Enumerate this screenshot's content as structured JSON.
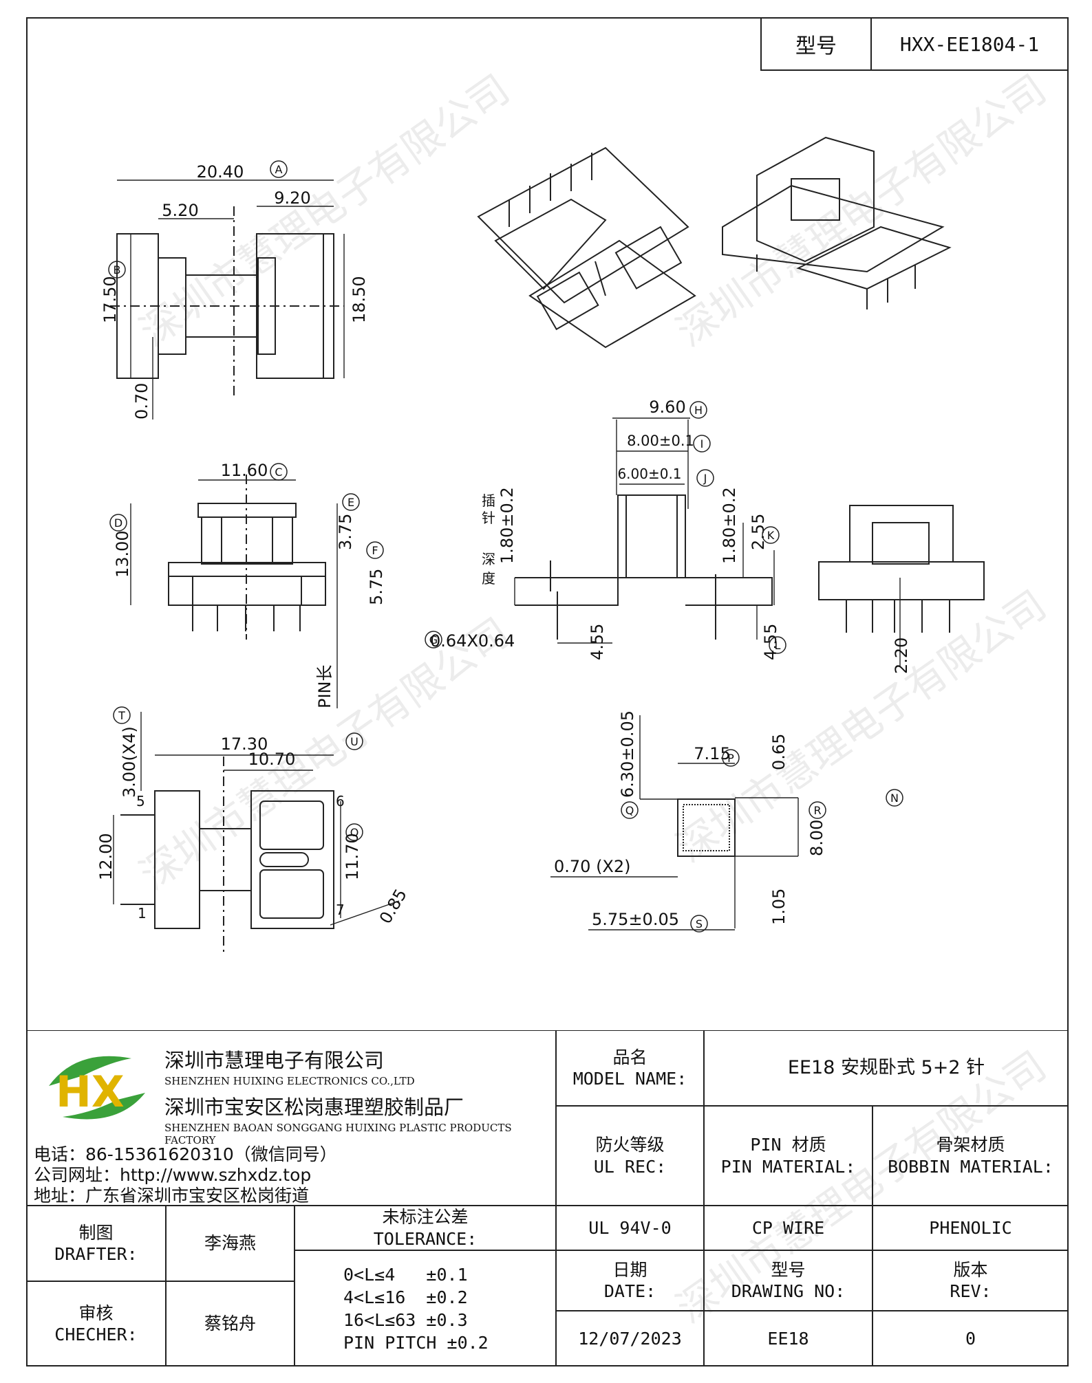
{
  "header": {
    "model_key": "型号",
    "model_value": "HXX-EE1804-1"
  },
  "watermark": "深圳市慧理电子有限公司",
  "dims": {
    "top_view": [
      "20.40",
      "9.20",
      "5.20",
      "17.50",
      "18.50",
      "0.70"
    ],
    "front_view": [
      "11.60",
      "13.00",
      "3.75",
      "5.75",
      "PIN长"
    ],
    "side_section": [
      "9.60",
      "8.00±0.1",
      "6.00±0.1",
      "1.80±0.2",
      "1.80±0.2",
      "2.55",
      "4.55",
      "4.55",
      "0.64X0.64"
    ],
    "side_section_note": [
      "插",
      "针",
      "深",
      "度"
    ],
    "right_view": [
      "2.20"
    ],
    "bottom_view": [
      "3.00(X4)",
      "17.30",
      "10.70",
      "12.00",
      "11.70",
      "0.85",
      "5",
      "6",
      "7",
      "1"
    ],
    "core_section": [
      "6.30±0.05",
      "7.15",
      "0.65",
      "8.00",
      "0.70 (X2)",
      "1.05",
      "5.75±0.05"
    ],
    "circle_letters": [
      "A",
      "B",
      "C",
      "D",
      "E",
      "F",
      "G",
      "H",
      "I",
      "J",
      "K",
      "L",
      "N",
      "O",
      "P",
      "Q",
      "R",
      "S",
      "T",
      "U"
    ]
  },
  "title_block": {
    "company_cn": "深圳市慧理电子有限公司",
    "company_en": "SHENZHEN HUIXING ELECTRONICS CO.,LTD",
    "factory_cn": "深圳市宝安区松岗惠理塑胶制品厂",
    "factory_en": "SHENZHEN BAOAN SONGGANG HUIXING PLASTIC PRODUCTS FACTORY",
    "phone": "电话：86-15361620310（微信同号）",
    "website": "公司网址：http://www.szhxdz.top",
    "address": "地址：广东省深圳市宝安区松岗街道",
    "logo_text": "HX",
    "model_name_cn": "品名",
    "model_name_en": "MODEL NAME:",
    "model_name_value": "EE18 安规卧式 5+2 针",
    "ul_cn": "防火等级",
    "ul_en": "UL REC:",
    "pin_mat_cn": "PIN 材质",
    "pin_mat_en": "PIN MATERIAL:",
    "bobbin_mat_cn": "骨架材质",
    "bobbin_mat_en": "BOBBIN MATERIAL:",
    "ul_value": "UL 94V-0",
    "pin_value": "CP WIRE",
    "bobbin_value": "PHENOLIC",
    "drafter_cn": "制图",
    "drafter_en": "DRAFTER:",
    "drafter_name": "李海燕",
    "checker_cn": "审核",
    "checker_en": "CHECHER:",
    "checker_name": "蔡铭舟",
    "tol_cn": "未标注公差",
    "tol_en": "TOLERANCE:",
    "tol_lines": [
      "0<L≤4   ±0.1",
      "4<L≤16  ±0.2",
      "16<L≤63 ±0.3",
      "PIN PITCH ±0.2"
    ],
    "date_cn": "日期",
    "date_en": "DATE:",
    "drawing_cn": "型号",
    "drawing_en": "DRAWING NO:",
    "rev_cn": "版本",
    "rev_en": "REV:",
    "date_value": "12/07/2023",
    "drawing_value": "EE18",
    "rev_value": "0"
  },
  "colors": {
    "logo_green": "#3aa13a",
    "logo_yellow": "#e0b400",
    "ink": "#111111"
  }
}
